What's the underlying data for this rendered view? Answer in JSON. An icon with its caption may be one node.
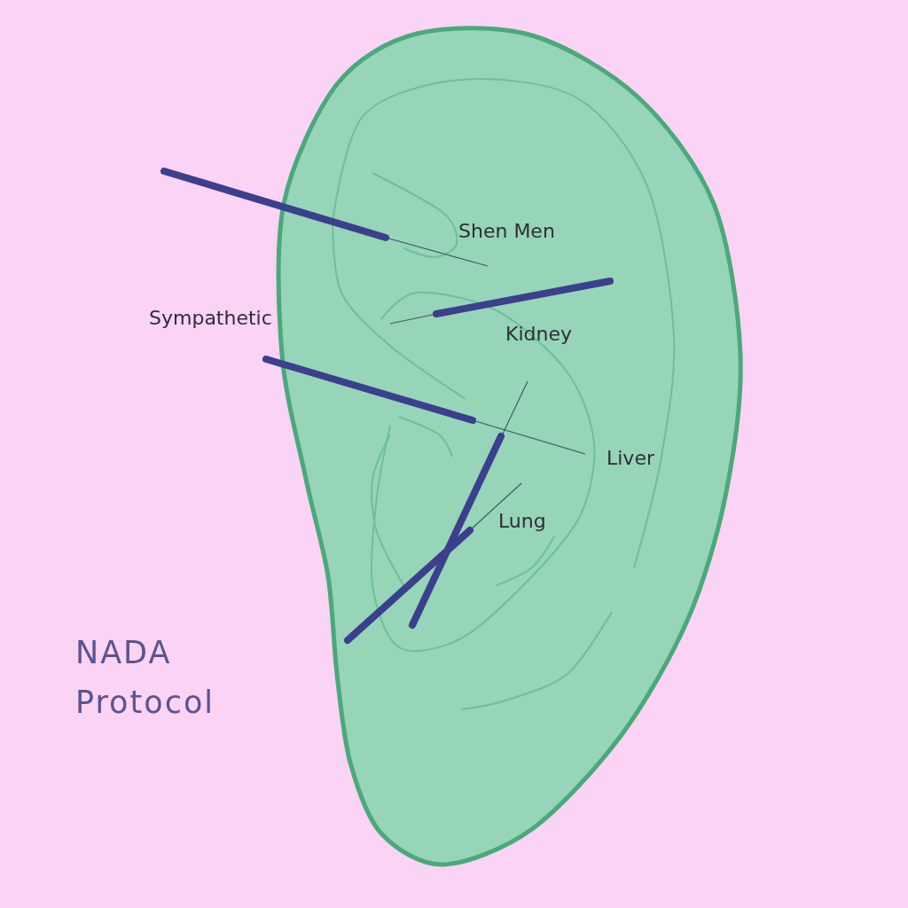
{
  "diagram": {
    "title": "NADA Protocol",
    "labels": [
      "Shen Men",
      "Sympathetic",
      "Kidney",
      "Liver",
      "Lung"
    ]
  }
}
